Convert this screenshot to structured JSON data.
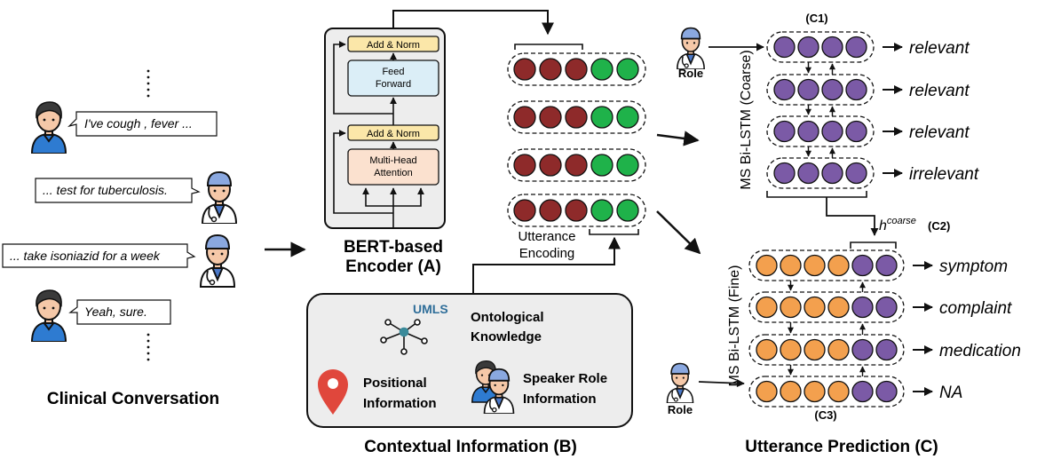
{
  "conversation": {
    "utterances": [
      "I've cough , fever ...",
      "... test for tuberculosis.",
      "... take isoniazid for a week",
      "Yeah, sure."
    ],
    "title": "Clinical Conversation"
  },
  "encoder": {
    "add_norm_top": "Add & Norm",
    "feed_forward_1": "Feed",
    "feed_forward_2": "Forward",
    "add_norm_bottom": "Add & Norm",
    "attention_1": "Multi-Head",
    "attention_2": "Attention",
    "title_1": "BERT-based",
    "title_2": "Encoder (A)"
  },
  "utterance_encoding": {
    "label_1": "Utterance",
    "label_2": "Encoding"
  },
  "context": {
    "umls": "UMLS",
    "ontological_1": "Ontological",
    "ontological_2": "Knowledge",
    "positional_1": "Positional",
    "positional_2": "Information",
    "speaker_1": "Speaker Role",
    "speaker_2": "Information",
    "title": "Contextual Information (B)"
  },
  "coarse": {
    "tag": "(C1)",
    "label": "MS Bi-LSTM (Coarse)",
    "outputs": [
      "relevant",
      "relevant",
      "relevant",
      "irrelevant"
    ],
    "role": "Role"
  },
  "hcoarse": {
    "h": "h",
    "sup": "coarse",
    "tag": "(C2)"
  },
  "fine": {
    "label": "MS Bi-LSTM (Fine)",
    "outputs": [
      "symptom",
      "complaint",
      "medication",
      "NA"
    ],
    "role": "Role",
    "tag": "(C3)"
  },
  "prediction_title": "Utterance Prediction (C)",
  "colors": {
    "maroon": "#8e2a2a",
    "green": "#1fb24a",
    "purple": "#7b5aa6",
    "orange": "#f3a04e",
    "patient_shirt": "#2e7bd1",
    "skin": "#f5c8a8",
    "pin": "#e0473c",
    "teal": "#3a8a9a"
  }
}
